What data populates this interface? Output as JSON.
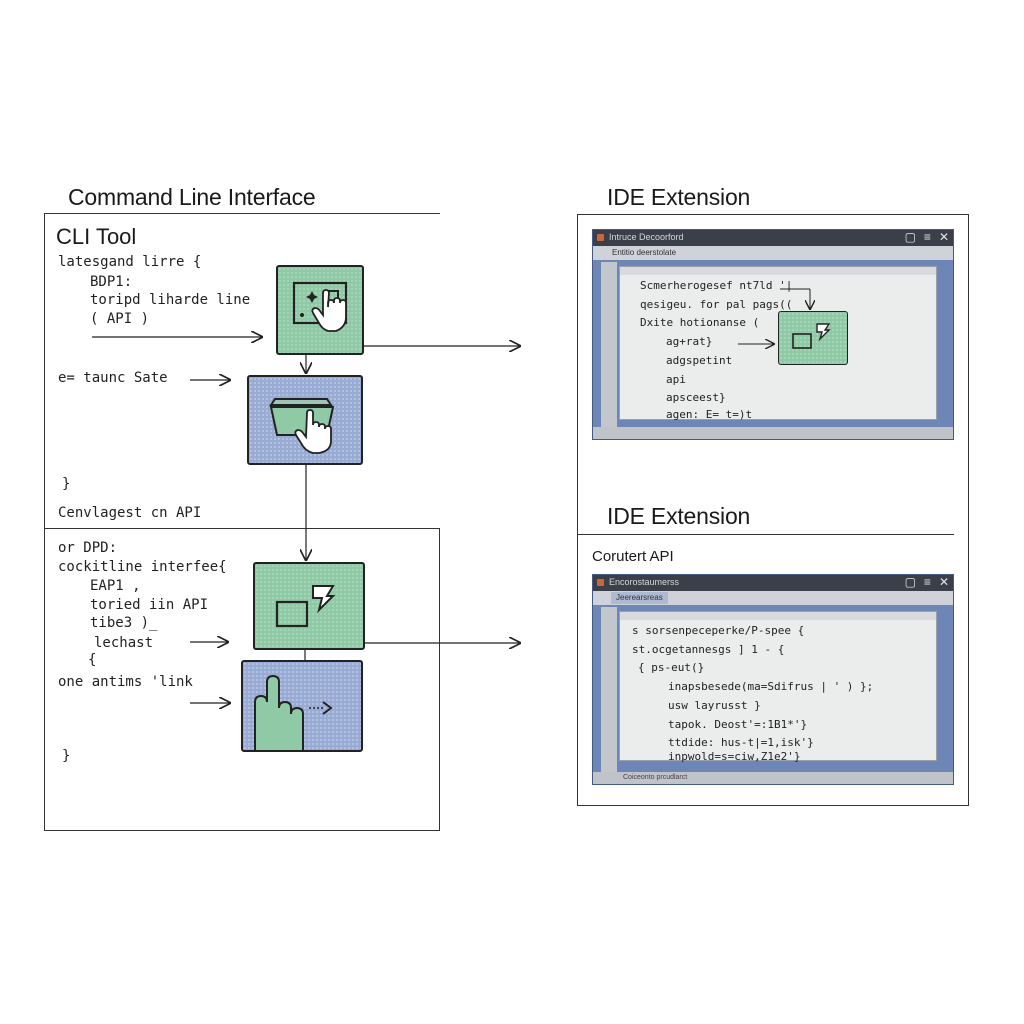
{
  "left_section": {
    "title": "Command Line Interface",
    "panel_title": "CLI Tool",
    "code_block_1": [
      "latesgand lirre {",
      "BDP1:",
      "toripd liharde line",
      "( API )"
    ],
    "label_save": "e= taunc Sate",
    "close_brace_1": "}",
    "mid_label": "Cenvlagest cn API",
    "code_block_2": [
      "or DPD:",
      "cockitline interfee{",
      "EAP1 ,",
      "toried iin API",
      "tibe3 )_",
      "lechast",
      "{"
    ],
    "label_link": "one antims 'link",
    "close_brace_2": "}"
  },
  "right_top": {
    "title": "IDE Extension",
    "window_title": "Intruce Decoorford",
    "tab_label": "Entitio deerstolate",
    "code_lines": [
      "Scmerherogesef nt7ld '|",
      "qesigeu. for pal pags((",
      "Dxite hotionanse (",
      "ag+rat}",
      "adgspetint",
      "api",
      "apsceest}",
      "agen: E= t=)t"
    ]
  },
  "right_bottom": {
    "title": "IDE Extension",
    "subtitle": "Corutert API",
    "window_title": "Encorostaumerss",
    "tab_label": "Jeerearsreas",
    "code_lines": [
      "s sorsenpeceperke/P-spee {",
      "st.ocgetannesgs ] 1 - {",
      "{ ps-eut(}",
      "inapsbesede(ma=Sdifrus | ' ) };",
      "usw layrusst }",
      "tapok. Deost'=:1B1*'}",
      "ttdide: hus-t|=1,isk'}",
      "inpwold=s=ciw,Z1e2'}"
    ],
    "status_text": "Coiceonto prcudlarct"
  },
  "colors": {
    "green_tile": "#8fc9a5",
    "blue_tile": "#98abd4",
    "ide_frame": "#6d86b5"
  },
  "icons": [
    "toggle-pointer-icon",
    "folder-hand-icon",
    "square-cursor-icon",
    "hand-arrow-icon",
    "window-close-icon"
  ]
}
